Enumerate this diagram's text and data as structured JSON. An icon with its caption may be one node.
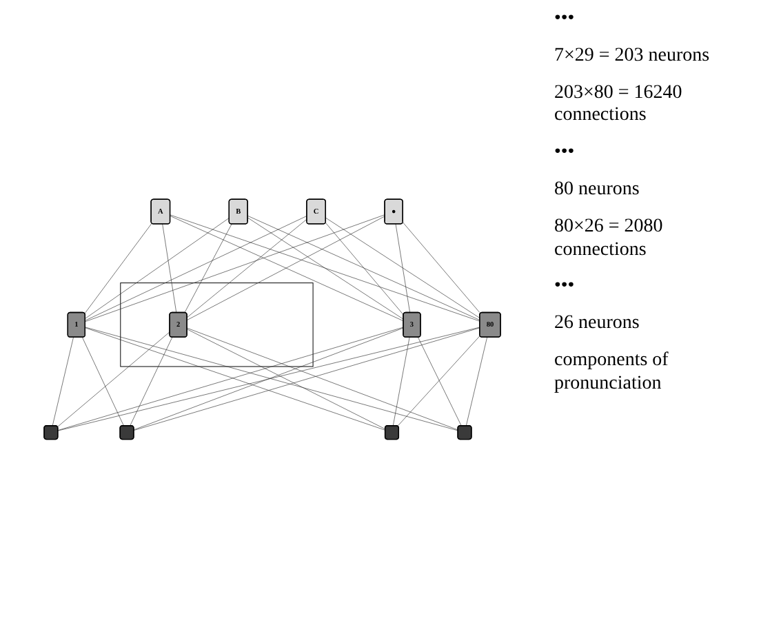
{
  "diagram": {
    "nodes": [
      {
        "text": [
          "A"
        ]
      },
      {
        "text": [
          "B"
        ]
      },
      {
        "text": [
          "C"
        ]
      },
      {
        "text": [
          "●"
        ]
      },
      {
        "text": [
          "1"
        ]
      },
      {
        "text": [],
        "shape": "box"
      },
      {
        "text": [
          "2"
        ],
        "in": 5
      },
      {
        "text": [
          "3"
        ]
      },
      {
        "text": [
          "80"
        ]
      },
      {
        "text": [],
        "shape": "cone"
      },
      {
        "text": [],
        "shape": "cone"
      },
      {
        "text": [],
        "shape": "cone"
      },
      {
        "text": [],
        "shape": "cone"
      }
    ],
    "edges": [
      {
        "from": 0,
        "to": 4,
        "arrow": "none"
      },
      {
        "from": 0,
        "to": 6,
        "arrow": "none"
      },
      {
        "from": 0,
        "to": 7,
        "arrow": "none"
      },
      {
        "from": 0,
        "to": 8,
        "arrow": "none"
      },
      {
        "from": 1,
        "to": 4,
        "arrow": "none"
      },
      {
        "from": 1,
        "to": 6,
        "arrow": "none"
      },
      {
        "from": 1,
        "to": 7,
        "arrow": "none"
      },
      {
        "from": 1,
        "to": 8,
        "arrow": "none"
      },
      {
        "from": 2,
        "to": 4,
        "arrow": "none"
      },
      {
        "from": 2,
        "to": 6,
        "arrow": "none"
      },
      {
        "from": 2,
        "to": 7,
        "arrow": "none"
      },
      {
        "from": 2,
        "to": 8,
        "arrow": "none"
      },
      {
        "from": 3,
        "to": 4,
        "arrow": "none"
      },
      {
        "from": 3,
        "to": 6,
        "arrow": "none"
      },
      {
        "from": 3,
        "to": 7,
        "arrow": "none"
      },
      {
        "from": 3,
        "to": 8,
        "arrow": "none"
      },
      {
        "from": 4,
        "to": 9,
        "arrow": "none"
      },
      {
        "from": 4,
        "to": 10,
        "arrow": "none"
      },
      {
        "from": 4,
        "to": 11,
        "arrow": "none"
      },
      {
        "from": 4,
        "to": 12,
        "arrow": "none"
      },
      {
        "from": 6,
        "to": 9,
        "arrow": "none"
      },
      {
        "from": 6,
        "to": 10,
        "arrow": "none"
      },
      {
        "from": 6,
        "to": 11,
        "arrow": "none"
      },
      {
        "from": 6,
        "to": 12,
        "arrow": "none"
      },
      {
        "from": 7,
        "to": 9,
        "arrow": "none"
      },
      {
        "from": 7,
        "to": 10,
        "arrow": "none"
      },
      {
        "from": 7,
        "to": 11,
        "arrow": "none"
      },
      {
        "from": 7,
        "to": 12,
        "arrow": "none"
      },
      {
        "from": 8,
        "to": 9,
        "arrow": "none"
      },
      {
        "from": 8,
        "to": 10,
        "arrow": "none"
      },
      {
        "from": 8,
        "to": 11,
        "arrow": "none"
      },
      {
        "from": 8,
        "to": 12,
        "arrow": "none"
      }
    ],
    "labels": [
      "•••",
      "7×29 = 203 neurons",
      "203×80 = 16240 connections",
      "•••",
      "80 neurons",
      "80×26 = 2080 connections",
      "•••",
      "26 neurons",
      "components of pronunciation"
    ]
  }
}
